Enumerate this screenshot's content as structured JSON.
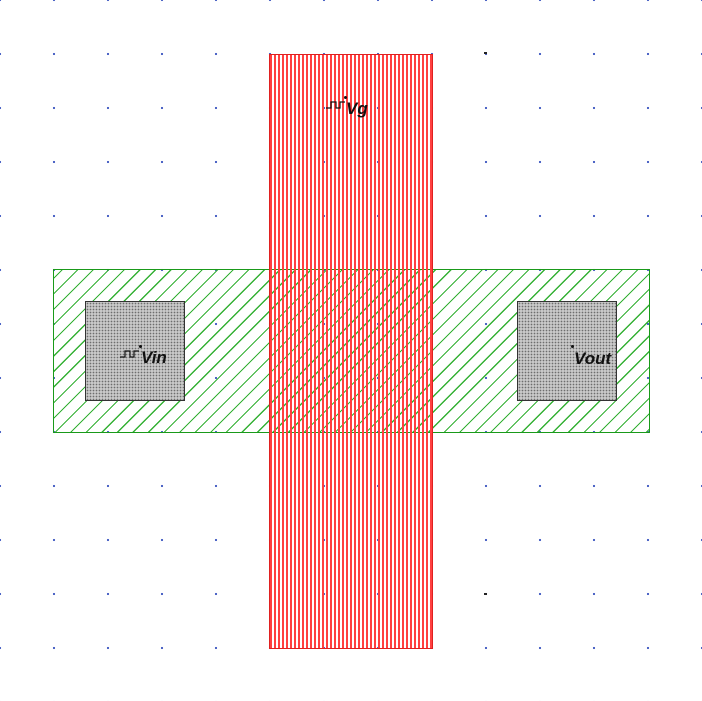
{
  "labels": {
    "gate": "Vg",
    "input": "Vin",
    "output": "Vout"
  },
  "colors": {
    "polysilicon": "#ff4040",
    "diffusion": "#34b034",
    "contact": "#c8c8c8",
    "grid_dots": "#3a55c0"
  },
  "icons": {
    "gate_source": "pulse-source-icon",
    "input_source": "pulse-source-icon"
  }
}
